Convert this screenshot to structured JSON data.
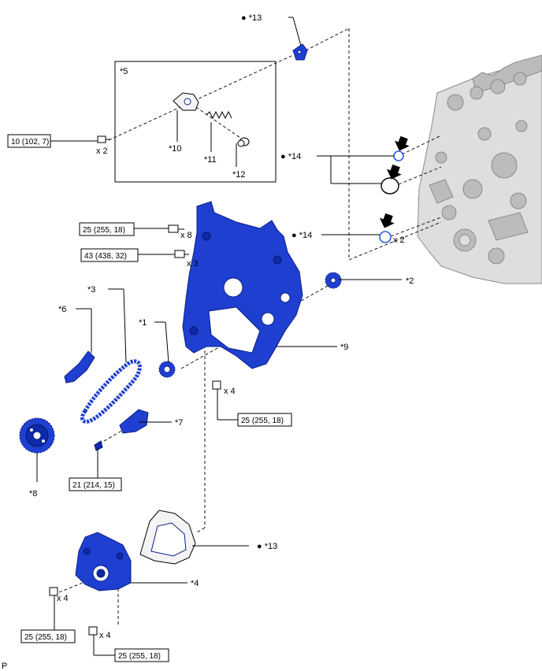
{
  "callouts": {
    "c1": "*1",
    "c2": "*2",
    "c3": "*3",
    "c4": "*4",
    "c5": "*5",
    "c6": "*6",
    "c7": "*7",
    "c8": "*8",
    "c9": "*9",
    "c10": "*10",
    "c11": "*11",
    "c12": "*12",
    "c13_top": "● *13",
    "c13_bottom": "● *13",
    "c14_upper": "● *14",
    "c14_lower": "● *14"
  },
  "torque": {
    "t_10": "10 (102, 7)",
    "t_25_a": "25 (255, 18)",
    "t_43": "43 (438, 32)",
    "t_25_b": "25 (255, 18)",
    "t_21": "21 (214, 15)",
    "t_25_c": "25 (255, 18)",
    "t_25_d": "25 (255, 18)"
  },
  "quantities": {
    "q_x2_a": "x 2",
    "q_x8": "x 8",
    "q_x3": "x 3",
    "q_x2_b": "x 2",
    "q_x4_a": "x 4",
    "q_x4_b": "x 4",
    "q_x4_c": "x 4"
  },
  "corner_code": "P",
  "colors": {
    "part_blue": "#1f3fd0",
    "oring_blue": "#2b5de0",
    "engine_gray": "#dedede"
  },
  "icons": [
    "down-arrow-icon",
    "bolt-icon",
    "o-ring-icon",
    "gear-icon"
  ]
}
